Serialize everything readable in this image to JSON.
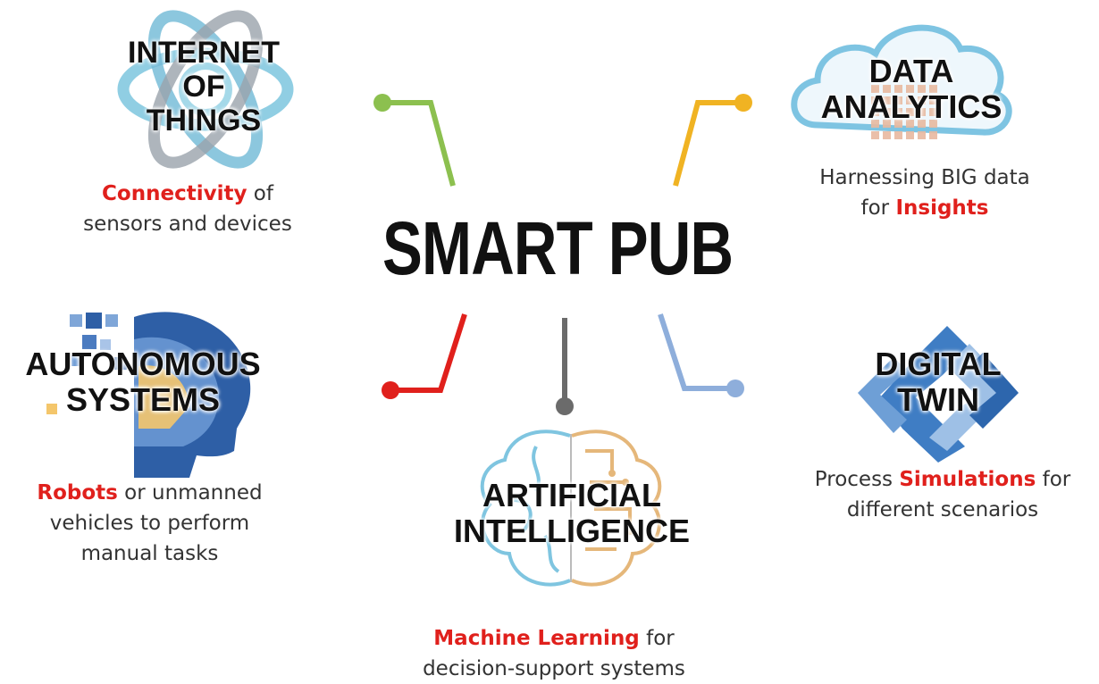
{
  "title": "SMART PUB",
  "colors": {
    "highlight": "#e0201c",
    "iot_connector": "#8cc04f",
    "data_connector": "#f0b323",
    "autonomous_connector": "#e0201c",
    "ai_connector": "#6b6b6b",
    "twin_connector": "#8eaedb"
  },
  "nodes": {
    "iot": {
      "title_lines": [
        "INTERNET",
        "OF",
        "THINGS"
      ],
      "icon": "network-knot-icon",
      "desc": {
        "hl": "Connectivity",
        "rest1": " of",
        "line2": "sensors and devices"
      }
    },
    "data_analytics": {
      "title_lines": [
        "DATA",
        "ANALYTICS"
      ],
      "icon": "cloud-data-icon",
      "desc": {
        "line1": "Harnessing BIG data",
        "pre2": "for ",
        "hl": "Insights"
      }
    },
    "autonomous": {
      "title_lines": [
        "AUTONOMOUS",
        "SYSTEMS"
      ],
      "icon": "robot-head-icon",
      "desc": {
        "hl": "Robots",
        "rest1": " or unmanned",
        "line2": "vehicles to perform",
        "line3": "manual tasks"
      }
    },
    "ai": {
      "title_lines": [
        "ARTIFICIAL",
        "INTELLIGENCE"
      ],
      "icon": "brain-circuit-icon",
      "desc": {
        "hl": "Machine Learning",
        "rest1": " for",
        "line2": "decision-support systems"
      }
    },
    "digital_twin": {
      "title_lines": [
        "DIGITAL",
        "TWIN"
      ],
      "icon": "twin-diamond-icon",
      "desc": {
        "pre1": "Process ",
        "hl": "Simulations",
        "rest1": " for",
        "line2": "different scenarios"
      }
    }
  }
}
